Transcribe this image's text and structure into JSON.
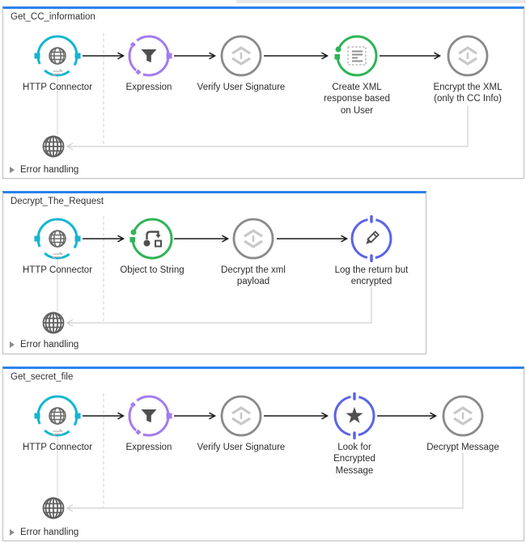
{
  "colors": {
    "http_cyan": "#12b6d2",
    "expression_purple": "#a57bee",
    "component_gray": "#8a8a8a",
    "transform_green": "#2fb457",
    "logger_indigo": "#5b63e8",
    "flow_selected_blue": "#2a82ec",
    "glyph_dark": "#4f4f4f",
    "glyph_light": "#c9c9c9",
    "wire_black": "#1a1a1a",
    "wire_gray": "#cfcfcf"
  },
  "flows": [
    {
      "title": "Get_CC_information",
      "error_label": "Error handling",
      "nodes": [
        {
          "label": "HTTP Connector",
          "icon": "globe-http-icon"
        },
        {
          "label": "Expression",
          "icon": "filter-funnel-icon"
        },
        {
          "label": "Verify User Signature",
          "icon": "message-transform-icon"
        },
        {
          "label": "Create XML response based on User",
          "icon": "xml-document-icon"
        },
        {
          "label": "Encrypt the XML (only th CC Info)",
          "icon": "message-transform-icon"
        }
      ]
    },
    {
      "title": "Decrypt_The_Request",
      "error_label": "Error handling",
      "nodes": [
        {
          "label": "HTTP Connector",
          "icon": "globe-http-icon"
        },
        {
          "label": "Object to String",
          "icon": "object-to-string-icon"
        },
        {
          "label": "Decrypt the xml payload",
          "icon": "message-transform-icon"
        },
        {
          "label": "Log the return but encrypted",
          "icon": "logger-pencil-icon"
        }
      ]
    },
    {
      "title": "Get_secret_file",
      "error_label": "Error handling",
      "nodes": [
        {
          "label": "HTTP Connector",
          "icon": "globe-http-icon"
        },
        {
          "label": "Expression",
          "icon": "filter-funnel-icon"
        },
        {
          "label": "Verify User Signature",
          "icon": "message-transform-icon"
        },
        {
          "label": "Look for Encrypted Message",
          "icon": "star-icon"
        },
        {
          "label": "Decrypt Message",
          "icon": "message-transform-icon"
        }
      ]
    }
  ]
}
